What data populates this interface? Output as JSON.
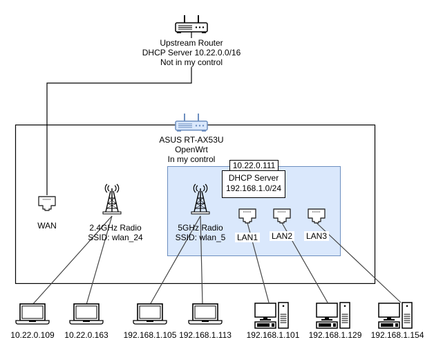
{
  "upstream_router": {
    "icon": "router-icon",
    "lines": [
      "Upstream Router",
      "DHCP Server 10.22.0.0/16",
      "Not in my control"
    ]
  },
  "asus_router": {
    "icon": "router-icon",
    "lines": [
      "ASUS RT-AX53U",
      "OpenWrt",
      "In my control"
    ]
  },
  "wan_ip": "10.22.0.111",
  "dhcp_server": {
    "lines": [
      "DHCP Server",
      "192.168.1.0/24"
    ]
  },
  "ports": {
    "wan": "WAN",
    "lan": [
      "LAN1",
      "LAN2",
      "LAN3"
    ]
  },
  "radios": [
    {
      "band": "2.4GHz Radio",
      "ssid": "SSID: wlan_24"
    },
    {
      "band": "5GHz Radio",
      "ssid": "SSID: wlan_5"
    }
  ],
  "clients": [
    {
      "type": "laptop",
      "ip": "10.22.0.109"
    },
    {
      "type": "laptop",
      "ip": "10.22.0.163"
    },
    {
      "type": "laptop",
      "ip": "192.168.1.105"
    },
    {
      "type": "laptop",
      "ip": "192.168.1.113"
    },
    {
      "type": "desktop",
      "ip": "192.168.1.101"
    },
    {
      "type": "desktop",
      "ip": "192.168.1.129"
    },
    {
      "type": "desktop",
      "ip": "192.168.1.154"
    }
  ],
  "colors": {
    "lan_zone_fill": "#dae8fc",
    "lan_zone_stroke": "#6c8ebf",
    "router_fill": "#dae8fc",
    "router_stroke": "#6c8ebf"
  }
}
